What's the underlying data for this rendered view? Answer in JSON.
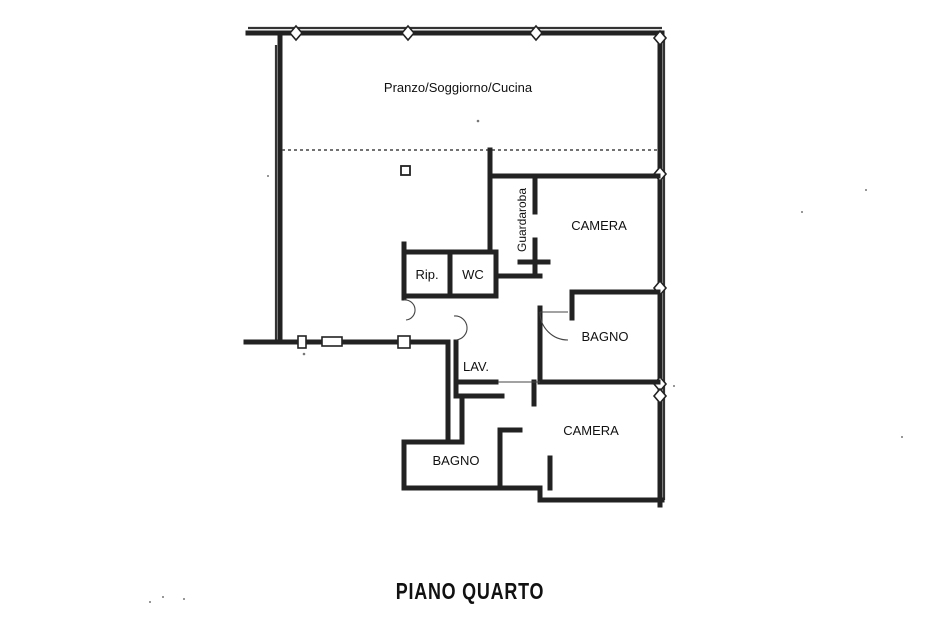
{
  "plan": {
    "title": "PIANO QUARTO",
    "rooms": {
      "living": "Pranzo/Soggiorno/Cucina",
      "wardrobe": "Guardaroba",
      "bedroom_1": "CAMERA",
      "storage": "Rip.",
      "wc": "WC",
      "bathroom_1": "BAGNO",
      "laundry": "LAV.",
      "bedroom_2": "CAMERA",
      "bathroom_2": "BAGNO"
    }
  }
}
